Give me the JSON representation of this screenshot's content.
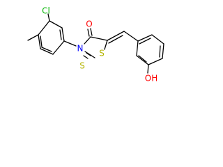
{
  "atoms": {
    "cl": "Cl",
    "o_carbonyl": "O",
    "n": "N",
    "s_ring": "S",
    "s_thione": "S",
    "oh": "OH"
  },
  "colors": {
    "bond": "#000000",
    "chlorine": "#00b400",
    "oxygen": "#ff0000",
    "nitrogen": "#0000ff",
    "sulfur": "#b4b400",
    "background": "#ffffff"
  }
}
